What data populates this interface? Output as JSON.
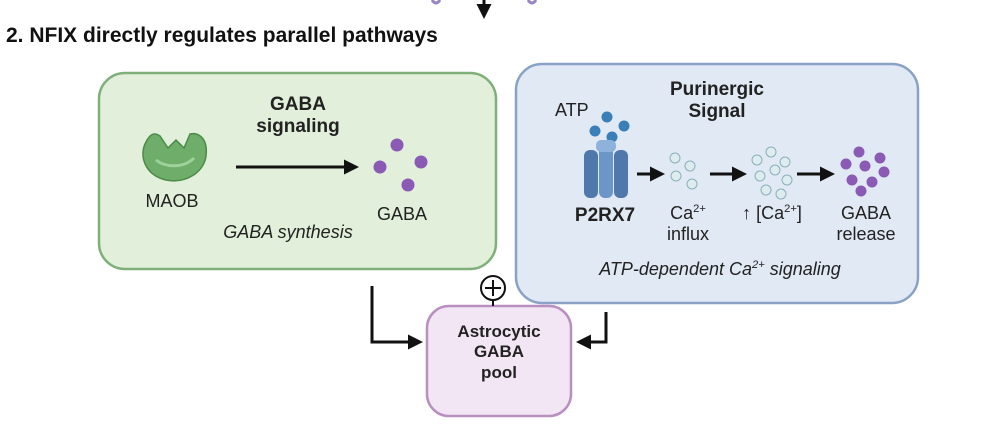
{
  "title": "2. NFIX directly regulates parallel pathways",
  "gaba_box": {
    "heading_line1": "GABA",
    "heading_line2": "signaling",
    "enzyme_label": "MAOB",
    "product_label": "GABA",
    "process_label": "GABA synthesis"
  },
  "purinergic_box": {
    "heading_line1": "Purinergic",
    "heading_line2": "Signal",
    "atp_label": "ATP",
    "receptor_label": "P2RX7",
    "ca_influx_line1_base": "Ca",
    "ca_influx_line1_sup": "2+",
    "ca_influx_line2": "influx",
    "ca_rise_prefix": "↑ [Ca",
    "ca_rise_sup": "2+",
    "ca_rise_suffix": "]",
    "gaba_release_line1": "GABA",
    "gaba_release_line2": "release",
    "caption_prefix": "ATP-dependent  Ca",
    "caption_sup": "2+",
    "caption_suffix": "  signaling",
    "ion_label": "Ca"
  },
  "plus_symbol": "⊕",
  "pool": {
    "line1": "Astrocytic",
    "line2": "GABA",
    "line3": "pool"
  },
  "colors": {
    "gaba_box_fill": "#e2efda",
    "gaba_box_stroke": "#7fb07a",
    "purinergic_box_fill": "#e1e9f5",
    "purinergic_box_stroke": "#8aa2c6",
    "pool_fill": "#f3e6f4",
    "pool_stroke": "#b98fc0",
    "gaba_molecule": "#8a5ab5",
    "atp_molecule": "#3a7fb8",
    "receptor": "#5b85b8",
    "maob": "#6fae6a",
    "ion_fill": "#dcecef"
  },
  "icons": [
    "maob-enzyme-icon",
    "gaba-molecules-icon",
    "atp-molecules-icon",
    "p2rx7-receptor-icon",
    "calcium-ions-icon"
  ]
}
